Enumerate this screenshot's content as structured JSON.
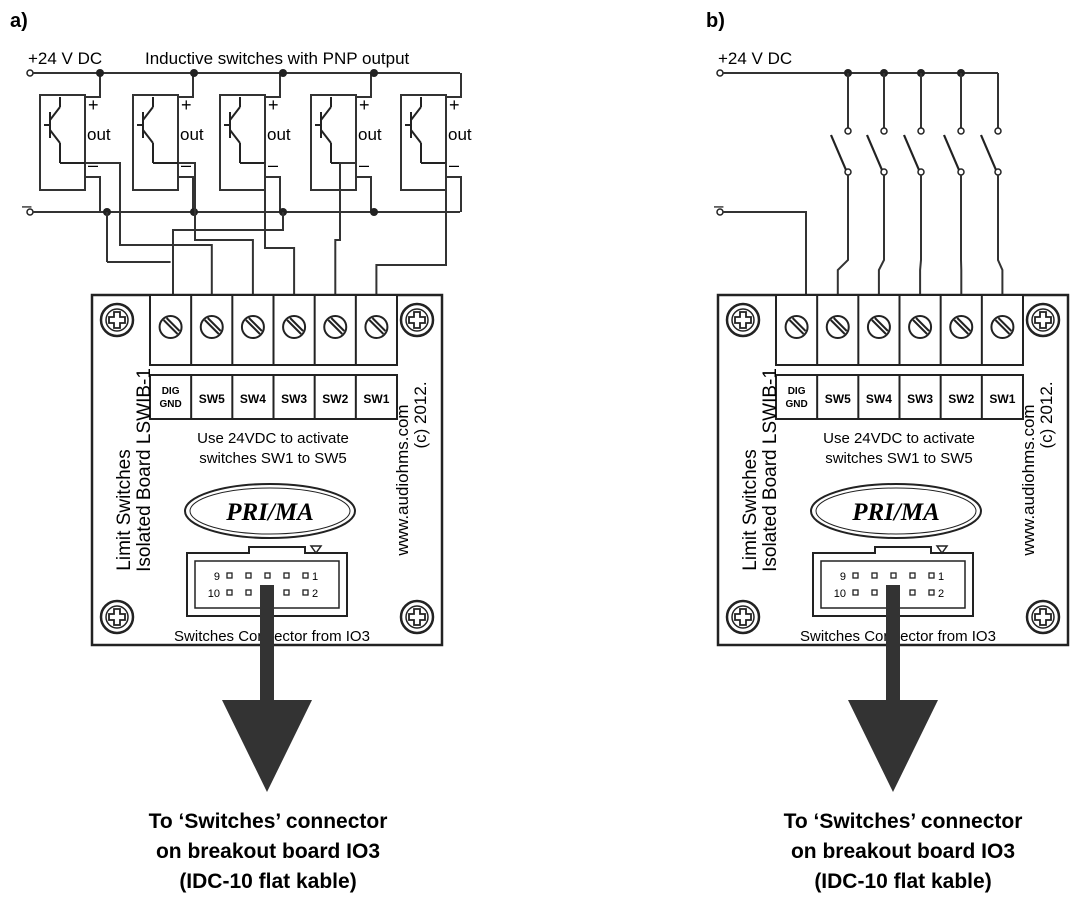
{
  "panels": [
    {
      "label": "a)",
      "supply_label": "+24 V DC",
      "ground_label": "–",
      "title": "Inductive switches with PNP output",
      "switch_count": 5,
      "sensor_plus": "+",
      "sensor_out": "out",
      "sensor_minus": "–",
      "board": {
        "vertical_left_1": "Limit Switches",
        "vertical_left_2": "Isolated Board LSWIB-1",
        "vertical_right_1": "www.audiohms.com",
        "vertical_right_2": "(c) 2012.",
        "terminals": [
          "DIG GND",
          "SW5",
          "SW4",
          "SW3",
          "SW2",
          "SW1"
        ],
        "terminal_dig_top": "DIG",
        "terminal_dig_bottom": "GND",
        "note_line1": "Use 24VDC to activate",
        "note_line2": "switches SW1 to SW5",
        "logo": "PRI/MA",
        "pin_top_left": "9",
        "pin_top_right": "1",
        "pin_bottom_left": "10",
        "pin_bottom_right": "2",
        "connector_caption": "Switches Connector from IO3"
      },
      "destination_line1": "To ‘Switches’ connector",
      "destination_line2": "on breakout board IO3",
      "destination_line3": "(IDC-10 flat kable)"
    },
    {
      "label": "b)",
      "supply_label": "+24 V DC",
      "ground_label": "–",
      "switch_count": 5,
      "board": {
        "vertical_left_1": "Limit Switches",
        "vertical_left_2": "Isolated Board LSWIB-1",
        "vertical_right_1": "www.audiohms.com",
        "vertical_right_2": "(c) 2012.",
        "terminals": [
          "DIG GND",
          "SW5",
          "SW4",
          "SW3",
          "SW2",
          "SW1"
        ],
        "terminal_dig_top": "DIG",
        "terminal_dig_bottom": "GND",
        "note_line1": "Use 24VDC to activate",
        "note_line2": "switches SW1 to SW5",
        "logo": "PRI/MA",
        "pin_top_left": "9",
        "pin_top_right": "1",
        "pin_bottom_left": "10",
        "pin_bottom_right": "2",
        "connector_caption": "Switches Connector from IO3"
      },
      "destination_line1": "To ‘Switches’ connector",
      "destination_line2": "on breakout board IO3",
      "destination_line3": "(IDC-10 flat kable)"
    }
  ]
}
